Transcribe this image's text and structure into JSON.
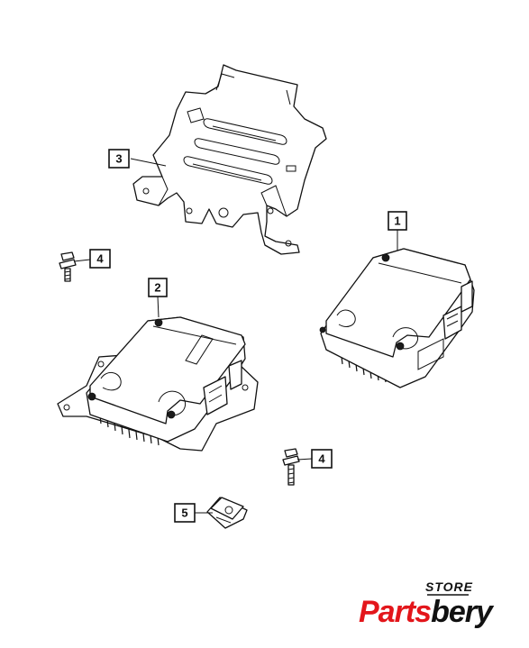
{
  "callouts": [
    {
      "id": "1",
      "label": "1"
    },
    {
      "id": "2",
      "label": "2"
    },
    {
      "id": "3",
      "label": "3"
    },
    {
      "id": "4a",
      "label": "4"
    },
    {
      "id": "4b",
      "label": "4"
    },
    {
      "id": "5",
      "label": "5"
    }
  ],
  "brand": {
    "store": "STORE",
    "name_part1": "Parts",
    "name_part2": "bery",
    "accent_color": "#e3161b",
    "text_color": "#111111"
  }
}
